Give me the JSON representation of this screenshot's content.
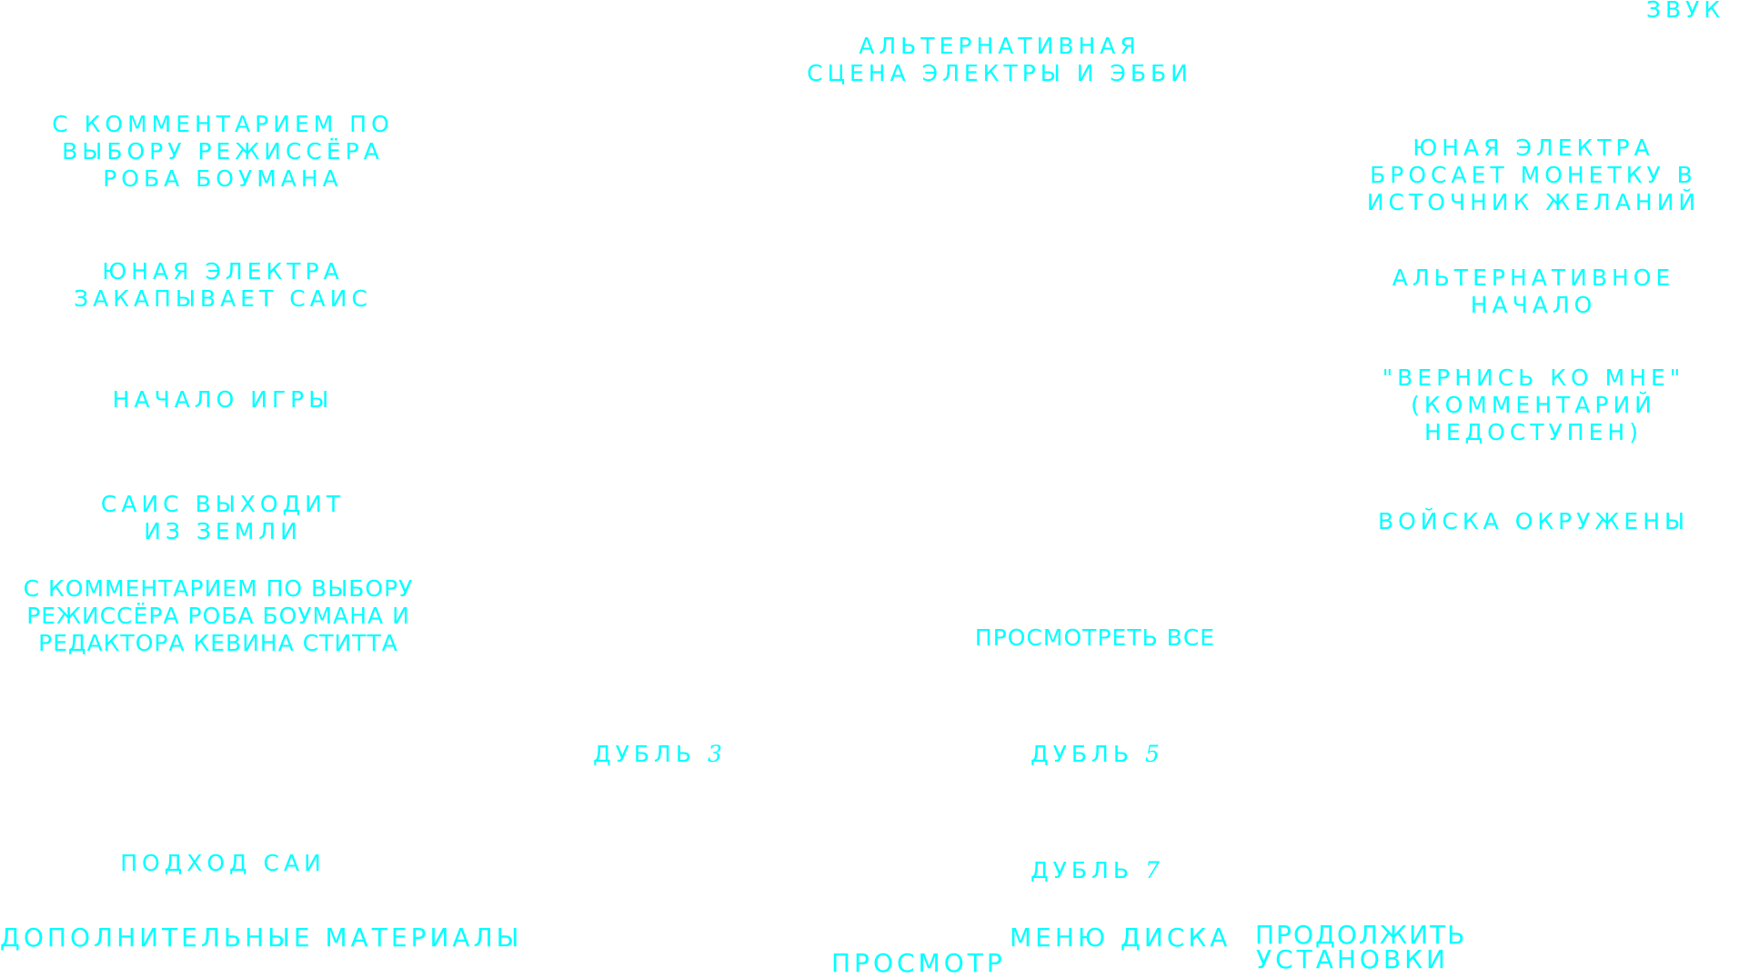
{
  "accent_color": "#00ffff",
  "menu": {
    "sound": "ЗВУК",
    "alt_scene": [
      "АЛЬТЕРНАТИВНАЯ",
      "СЦЕНА ЭЛЕКТРЫ И ЭББИ"
    ],
    "commentary_director": [
      "С КОММЕНТАРИЕМ ПО",
      "ВЫБОРУ РЕЖИССЁРА",
      "РОБА БОУМАНА"
    ],
    "young_elektra_coin": [
      "ЮНАЯ ЭЛЕКТРА",
      "БРОСАЕТ МОНЕТКУ В",
      "ИСТОЧНИК ЖЕЛАНИЙ"
    ],
    "young_elektra_buries": [
      "ЮНАЯ ЭЛЕКТРА",
      "ЗАКАПЫВАЕТ САИС"
    ],
    "alt_beginning": [
      "АЛЬТЕРНАТИВНОЕ",
      "НАЧАЛО"
    ],
    "game_start": "НАЧАЛО ИГРЫ",
    "come_back": [
      "\"ВЕРНИСЬ КО МНЕ\"",
      "(КОММЕНТАРИЙ",
      "НЕДОСТУПЕН)"
    ],
    "sais_rises": [
      "САИС ВЫХОДИТ",
      "ИЗ ЗЕМЛИ"
    ],
    "troops_surrounded": "ВОЙСКА ОКРУЖЕНЫ",
    "commentary_director_editor": [
      "С КОММЕНТАРИЕМ ПО ВЫБОРУ",
      "РЕЖИССЁРА РОБА БОУМАНА И",
      "РЕДАКТОРА КЕВИНА СТИТТА"
    ],
    "view_all": "ПРОСМОТРЕТЬ ВСЕ",
    "takes": [
      {
        "label": "ДУБЛЬ",
        "number": "3"
      },
      {
        "label": "ДУБЛЬ",
        "number": "5"
      },
      {
        "label": "ДУБЛЬ",
        "number": "7"
      }
    ],
    "sai_approach": "ПОДХОД САИ"
  },
  "bottom_bar": {
    "extras": "ДОПОЛНИТЕЛЬНЫЕ МАТЕРИАЛЫ",
    "disc_menu": "МЕНЮ ДИСКА",
    "continue": "ПРОДОЛЖИТЬ",
    "play": "ПРОСМОТР",
    "setup": "УСТАНОВКИ"
  }
}
